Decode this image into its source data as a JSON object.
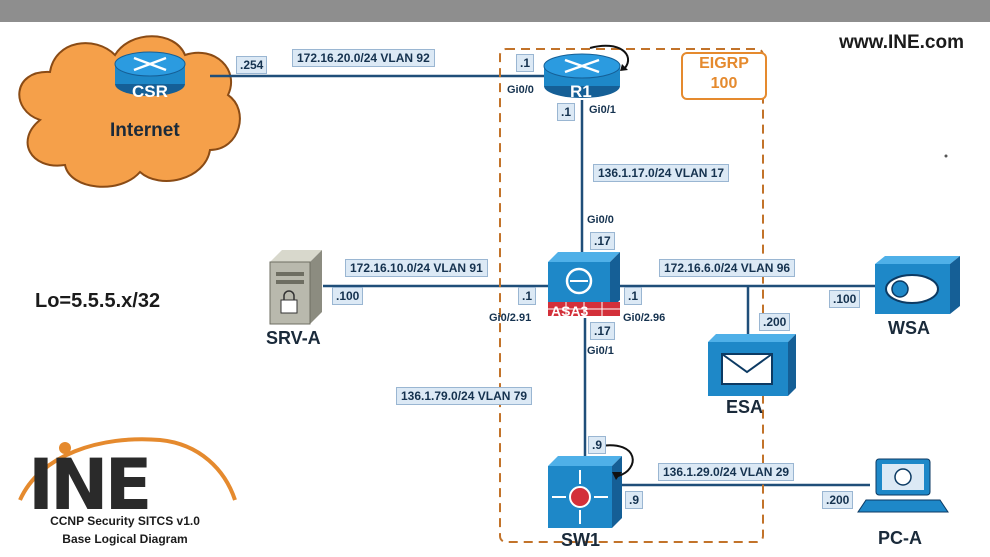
{
  "site": "www.INE.com",
  "eigrp": {
    "line1": "EIGRP",
    "line2": "100"
  },
  "loopback": "Lo=5.5.5.x/32",
  "logo": {
    "text": "INE",
    "caption1": "CCNP Security SITCS v1.0",
    "caption2": "Base Logical Diagram"
  },
  "devices": {
    "csr": "CSR",
    "internet": "Internet",
    "r1": "R1",
    "asa": "ASA3",
    "srva": "SRV-A",
    "wsa": "WSA",
    "esa": "ESA",
    "sw1": "SW1",
    "pca": "PC-A"
  },
  "subnets": {
    "vlan92": "172.16.20.0/24 VLAN 92",
    "vlan17": "136.1.17.0/24 VLAN 17",
    "vlan91": "172.16.10.0/24 VLAN 91",
    "vlan96": "172.16.6.0/24 VLAN 96",
    "vlan79": "136.1.79.0/24 VLAN 79",
    "vlan29": "136.1.29.0/24 VLAN 29"
  },
  "hosts": {
    "csr_254": ".254",
    "r1_1_top": ".1",
    "r1_1_bottom": ".1",
    "asa_17_top": ".17",
    "asa_1_left": ".1",
    "asa_1_right": ".1",
    "asa_17_bottom": ".17",
    "srva_100": ".100",
    "wsa_100": ".100",
    "esa_200": ".200",
    "sw1_9_top": ".9",
    "sw1_9_right": ".9",
    "pca_200": ".200"
  },
  "interfaces": {
    "r1_gi00": "Gi0/0",
    "r1_gi01": "Gi0/1",
    "asa_gi00": "Gi0/0",
    "asa_gi0291": "Gi0/2.91",
    "asa_gi0296": "Gi0/2.96",
    "asa_gi01": "Gi0/1"
  },
  "colors": {
    "link": "#1f4e79",
    "eigrp": "#e58a2e",
    "device": "#1e88c8",
    "cloud": "#f5a04a"
  }
}
